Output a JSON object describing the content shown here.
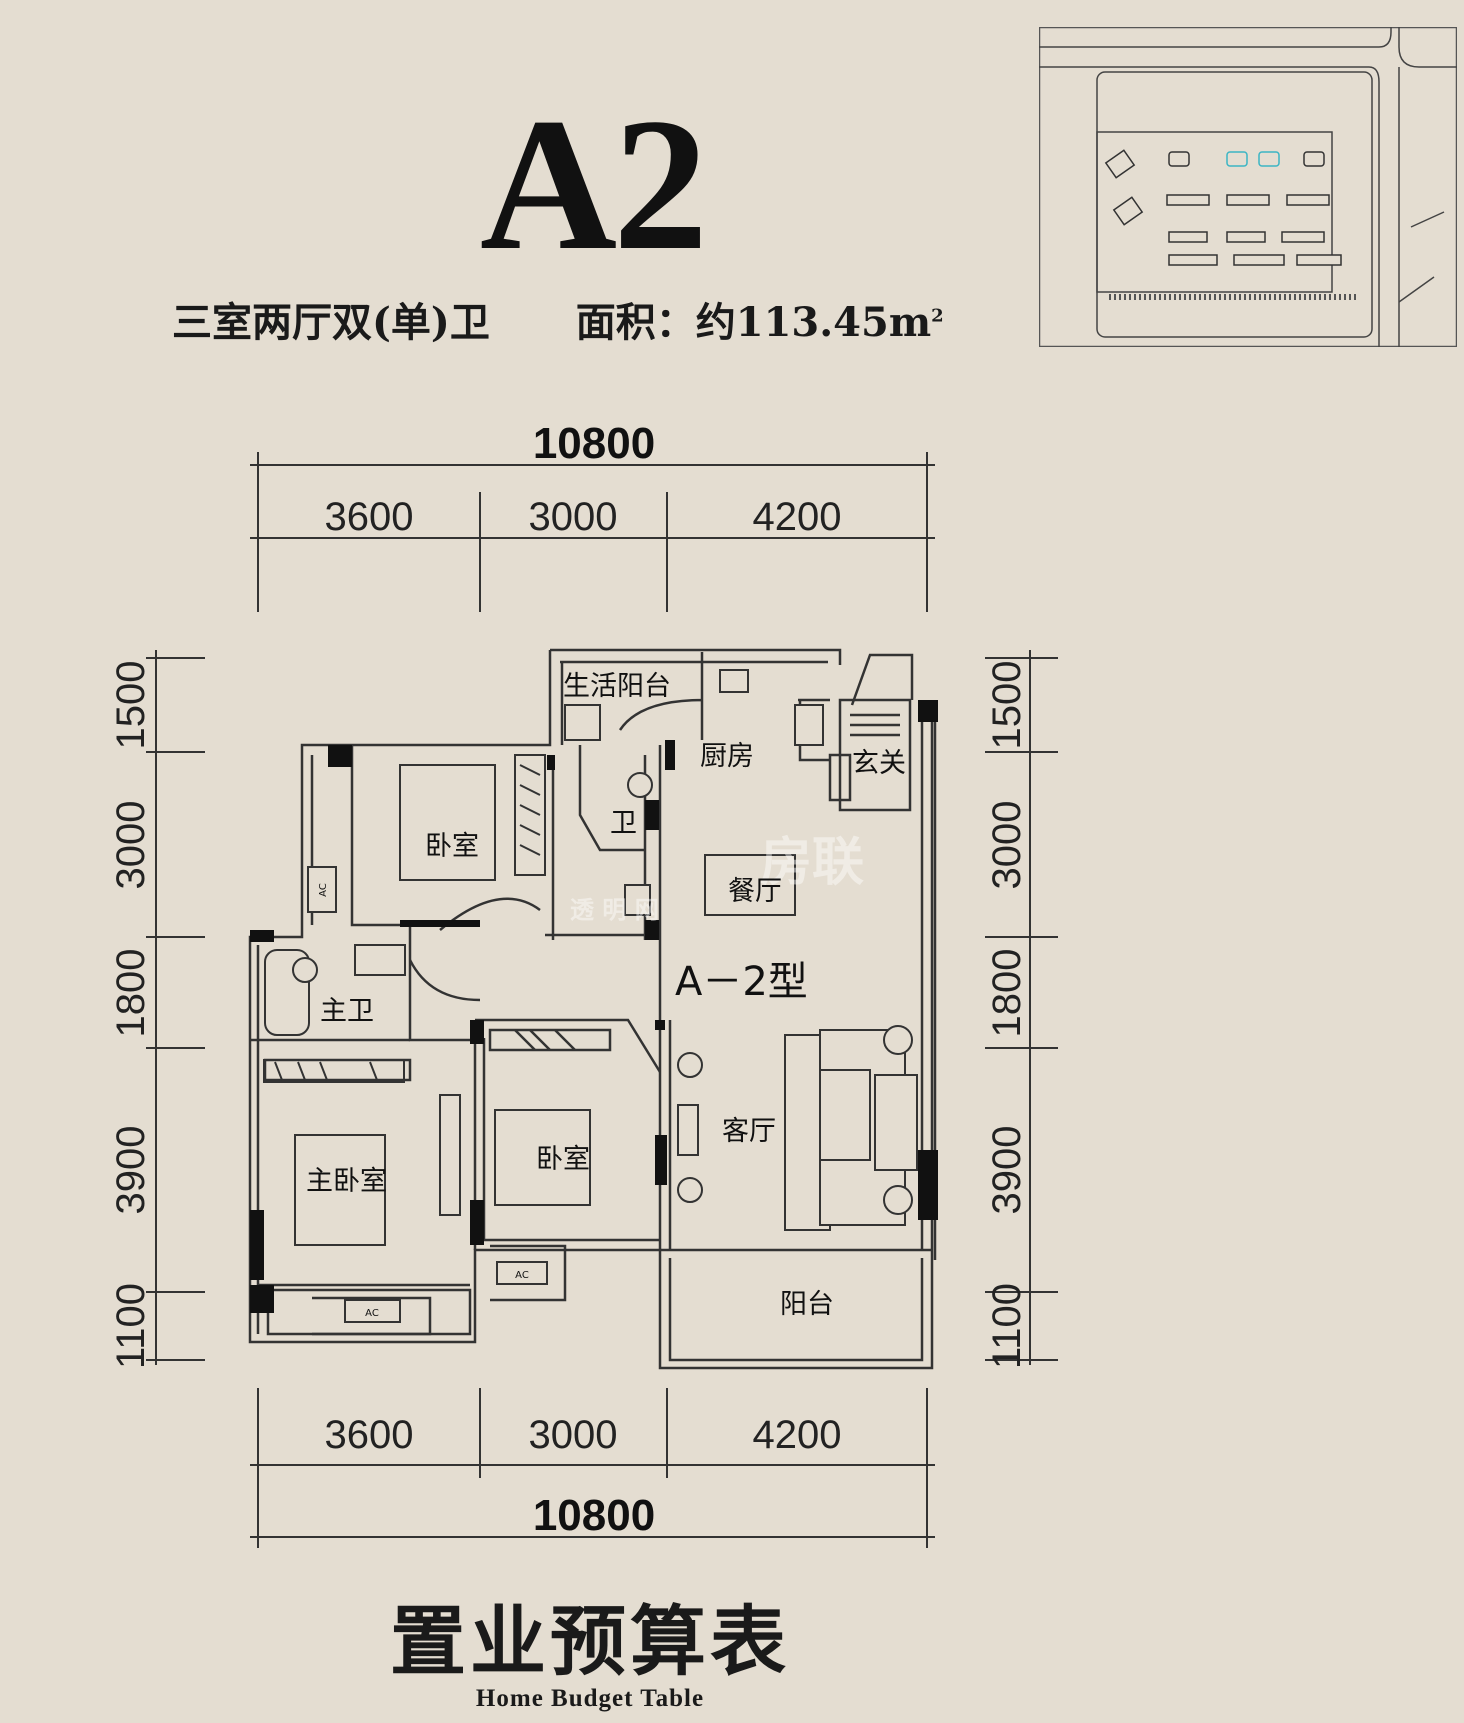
{
  "header": {
    "unit_type": "A2",
    "layout_desc": "三室两厅双(单)卫",
    "area_label": "面积：约113.45m",
    "area_sup": "2"
  },
  "plan": {
    "top_total": "10800",
    "top_segments": [
      "3600",
      "3000",
      "4200"
    ],
    "bottom_segments": [
      "3600",
      "3000",
      "4200"
    ],
    "bottom_total": "10800",
    "left_segments": [
      "1500",
      "3000",
      "1800",
      "3900",
      "1100"
    ],
    "right_segments": [
      "1500",
      "3000",
      "1800",
      "3900",
      "1100"
    ],
    "type_label": "A－2型",
    "rooms": {
      "utility_balcony": "生活阳台",
      "kitchen": "厨房",
      "entrance": "玄关",
      "bedroom_1": "卧室",
      "bath": "卫",
      "dining": "餐厅",
      "master_bath": "主卫",
      "master_bedroom": "主卧室",
      "bedroom_2": "卧室",
      "living": "客厅",
      "balcony": "阳台"
    },
    "ac_label": "AC",
    "watermark_text": "房联",
    "watermark_sub": "透 明 网"
  },
  "footer": {
    "title": "置业预算表",
    "subtitle": "Home Budget Table"
  }
}
